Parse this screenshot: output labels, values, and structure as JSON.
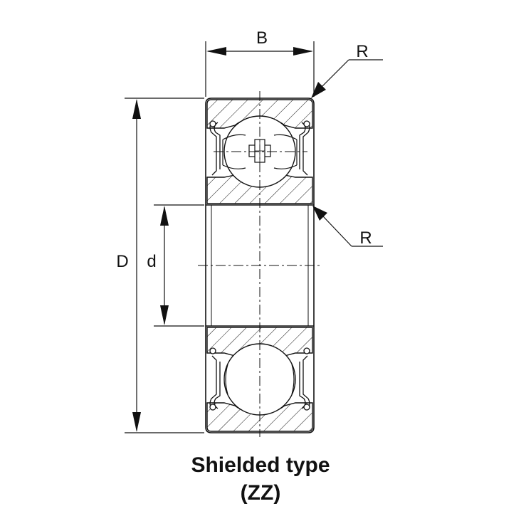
{
  "labels": {
    "width": "B",
    "outer_diameter": "D",
    "bore": "d",
    "radius_top": "R",
    "radius_bottom": "R"
  },
  "caption": {
    "line1": "Shielded type",
    "line2": "(ZZ)"
  },
  "colors": {
    "ink": "#111111",
    "background": "#ffffff"
  }
}
